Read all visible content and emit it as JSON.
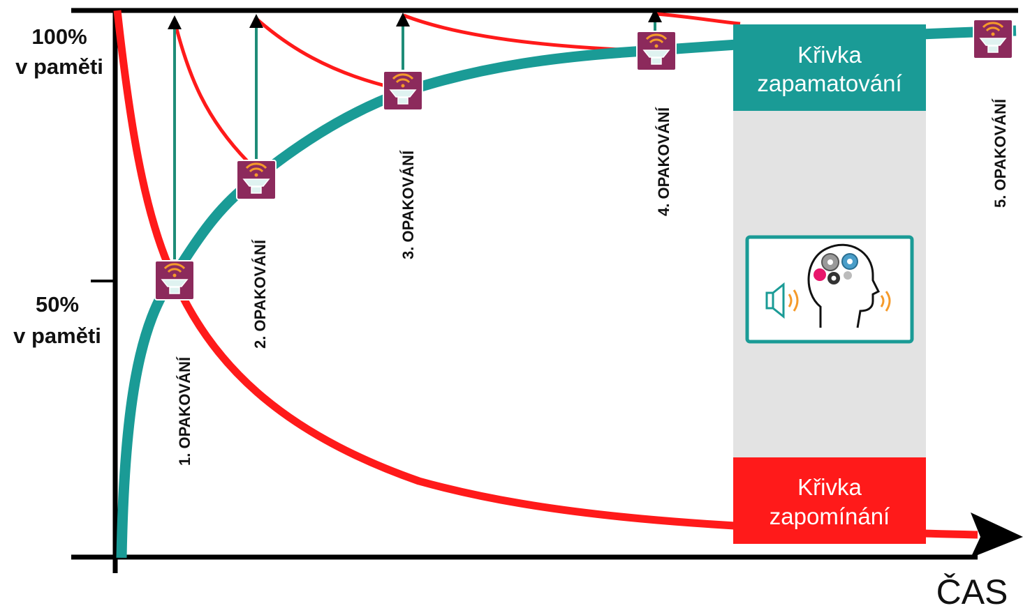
{
  "axis": {
    "y_top_label": [
      "100%",
      "v paměti"
    ],
    "y_mid_label": [
      "50%",
      "v paměti"
    ],
    "x_label": "ČAS"
  },
  "repetitions": [
    {
      "label": "1. OPAKOVÁNÍ",
      "icon": "speaker-icon"
    },
    {
      "label": "2. OPAKOVÁNÍ",
      "icon": "speaker-icon"
    },
    {
      "label": "3. OPAKOVÁNÍ",
      "icon": "speaker-icon"
    },
    {
      "label": "4. OPAKOVÁNÍ",
      "icon": "speaker-icon"
    },
    {
      "label": "5. OPAKOVÁNÍ",
      "icon": "speaker-icon"
    }
  ],
  "legend": {
    "retention_curve": [
      "Křivka",
      "zapamatování"
    ],
    "forgetting_curve": [
      "Křivka",
      "zapomínání"
    ],
    "center_icon": "head-gears-speaker-icon"
  },
  "colors": {
    "retention": "#1a9b96",
    "forgetting": "#ff1a1a",
    "icon_bg": "#8c2a5c",
    "icon_waves": "#f59a2a",
    "panel": "#e3e3e3",
    "arrow": "#1e8c78",
    "axis": "#000000"
  }
}
